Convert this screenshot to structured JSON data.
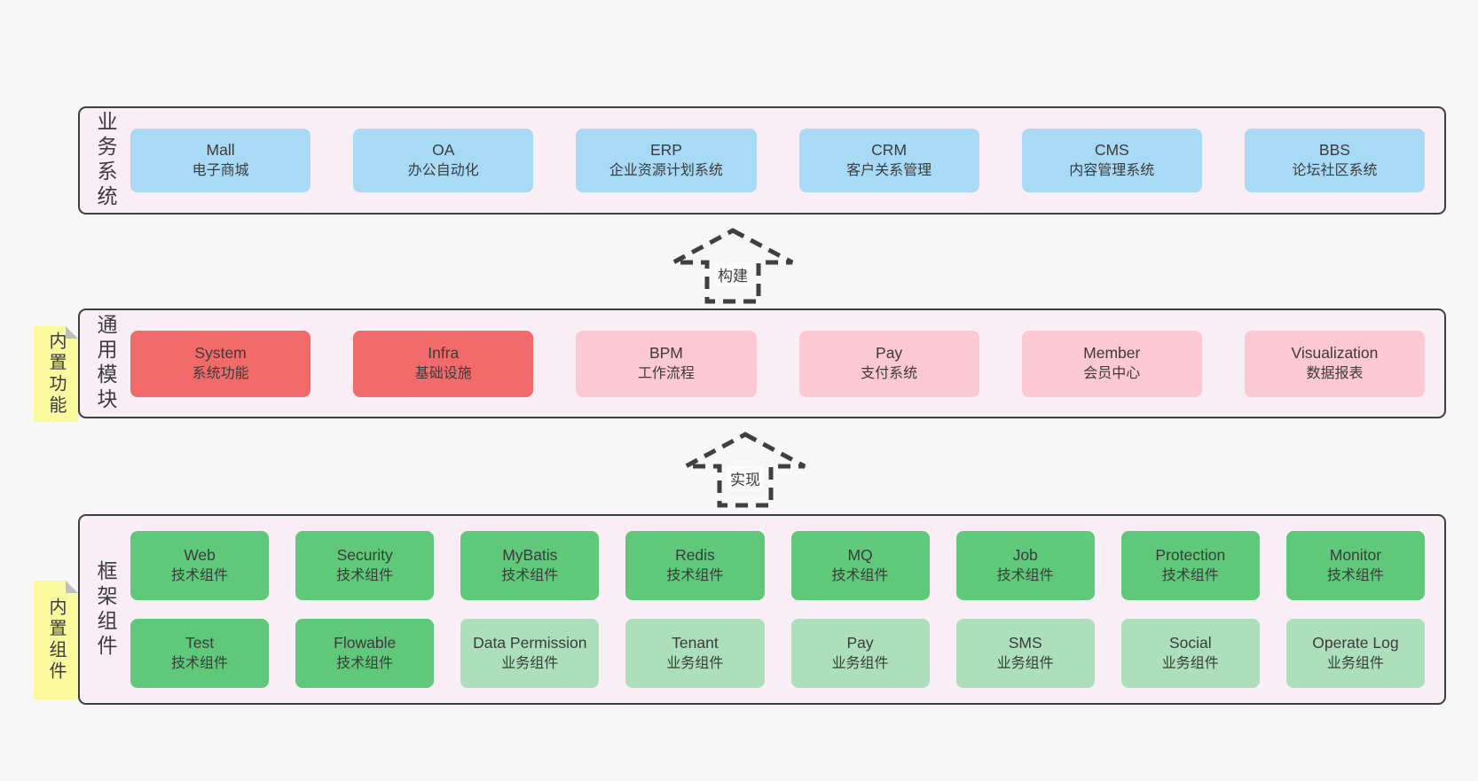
{
  "layers": [
    {
      "label": "业务系统",
      "boxes": [
        {
          "name": "Mall",
          "desc": "电子商城"
        },
        {
          "name": "OA",
          "desc": "办公自动化"
        },
        {
          "name": "ERP",
          "desc": "企业资源计划系统"
        },
        {
          "name": "CRM",
          "desc": "客户关系管理"
        },
        {
          "name": "CMS",
          "desc": "内容管理系统"
        },
        {
          "name": "BBS",
          "desc": "论坛社区系统"
        }
      ]
    },
    {
      "label": "通用模块",
      "sticky": "内置功能",
      "boxes": [
        {
          "name": "System",
          "desc": "系统功能"
        },
        {
          "name": "Infra",
          "desc": "基础设施"
        },
        {
          "name": "BPM",
          "desc": "工作流程"
        },
        {
          "name": "Pay",
          "desc": "支付系统"
        },
        {
          "name": "Member",
          "desc": "会员中心"
        },
        {
          "name": "Visualization",
          "desc": "数据报表"
        }
      ]
    },
    {
      "label": "框架组件",
      "sticky": "内置组件",
      "row1": [
        {
          "name": "Web",
          "desc": "技术组件"
        },
        {
          "name": "Security",
          "desc": "技术组件"
        },
        {
          "name": "MyBatis",
          "desc": "技术组件"
        },
        {
          "name": "Redis",
          "desc": "技术组件"
        },
        {
          "name": "MQ",
          "desc": "技术组件"
        },
        {
          "name": "Job",
          "desc": "技术组件"
        },
        {
          "name": "Protection",
          "desc": "技术组件"
        },
        {
          "name": "Monitor",
          "desc": "技术组件"
        }
      ],
      "row2": [
        {
          "name": "Test",
          "desc": "技术组件"
        },
        {
          "name": "Flowable",
          "desc": "技术组件"
        },
        {
          "name": "Data Permission",
          "desc": "业务组件"
        },
        {
          "name": "Tenant",
          "desc": "业务组件"
        },
        {
          "name": "Pay",
          "desc": "业务组件"
        },
        {
          "name": "SMS",
          "desc": "业务组件"
        },
        {
          "name": "Social",
          "desc": "业务组件"
        },
        {
          "name": "Operate Log",
          "desc": "业务组件"
        }
      ]
    }
  ],
  "arrows": [
    {
      "label": "构建"
    },
    {
      "label": "实现"
    }
  ],
  "colors": {
    "page_bg": "#f7f7f7",
    "panel_bg": "#f9edf6",
    "panel_border": "#3f3f3f",
    "blue_box": "#a9daf5",
    "red_box": "#f16b6b",
    "pink_box": "#fcc8d2",
    "green_box": "#5fc87a",
    "light_green_box": "#addfbb",
    "sticky_bg": "#fbf99e",
    "sticky_fold": "#bfbfbf",
    "text": "#3b3b3b"
  }
}
